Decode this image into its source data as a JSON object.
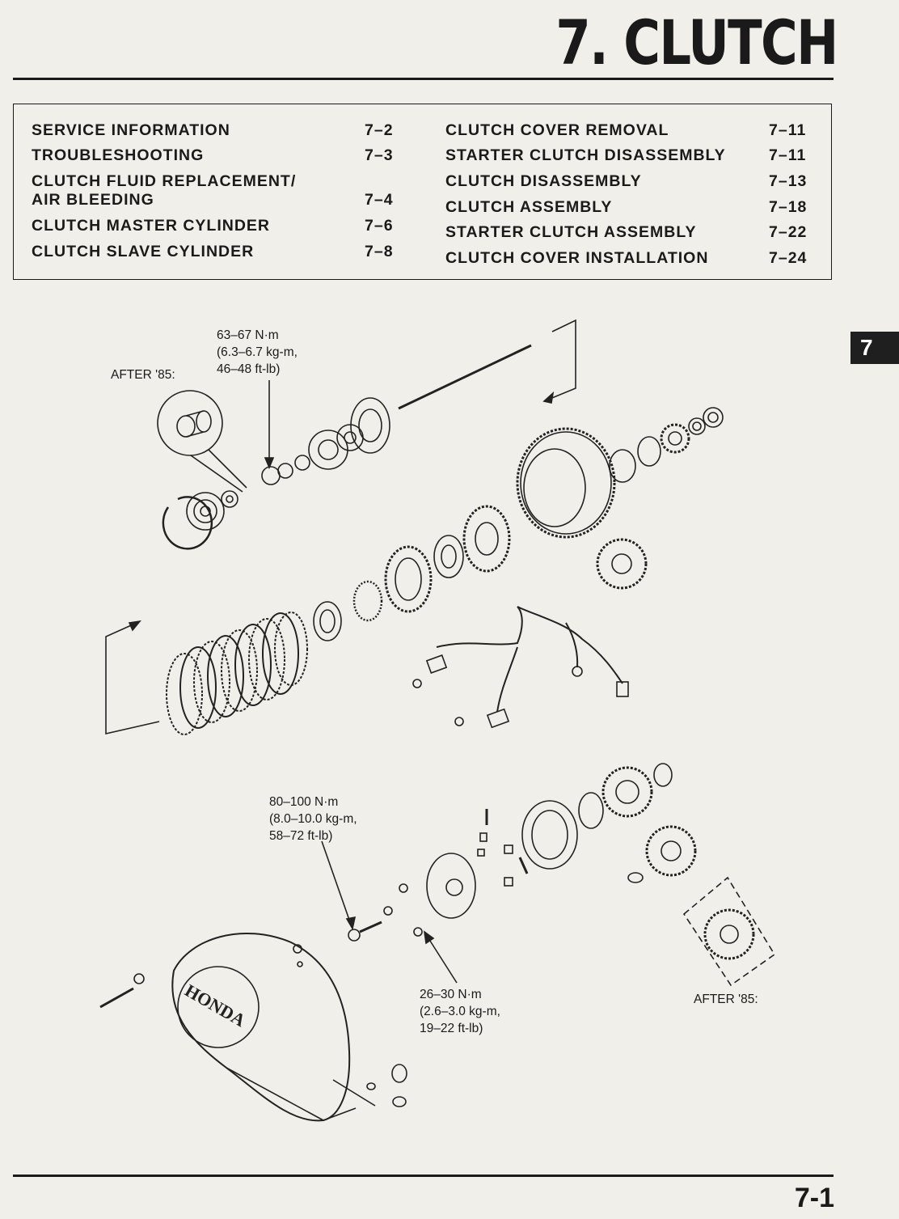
{
  "header": {
    "title": "7. CLUTCH"
  },
  "toc": {
    "left": [
      {
        "label": "SERVICE  INFORMATION",
        "page": "7–2"
      },
      {
        "label": "TROUBLESHOOTING",
        "page": "7–3"
      },
      {
        "label": "CLUTCH  FLUID  REPLACEMENT/",
        "page": ""
      },
      {
        "label": "AIR  BLEEDING",
        "page": "7–4"
      },
      {
        "label": "CLUTCH  MASTER  CYLINDER",
        "page": "7–6"
      },
      {
        "label": "CLUTCH  SLAVE  CYLINDER",
        "page": "7–8"
      }
    ],
    "right": [
      {
        "label": "CLUTCH  COVER  REMOVAL",
        "page": "7–11"
      },
      {
        "label": "STARTER  CLUTCH  DISASSEMBLY",
        "page": "7–11"
      },
      {
        "label": "CLUTCH  DISASSEMBLY",
        "page": "7–13"
      },
      {
        "label": "CLUTCH  ASSEMBLY",
        "page": "7–18"
      },
      {
        "label": "STARTER  CLUTCH  ASSEMBLY",
        "page": "7–22"
      },
      {
        "label": "CLUTCH  COVER  INSTALLATION",
        "page": "7–24"
      }
    ]
  },
  "tab": {
    "label": "7"
  },
  "diagram": {
    "cover_logo": "HONDA",
    "labels": {
      "after85_top": "AFTER '85:",
      "torque_1_line1": "63–67 N·m",
      "torque_1_line2": "(6.3–6.7 kg-m,",
      "torque_1_line3": "46–48 ft-lb)",
      "torque_2_line1": "80–100 N·m",
      "torque_2_line2": "(8.0–10.0 kg-m,",
      "torque_2_line3": "58–72 ft-lb)",
      "torque_3_line1": "26–30 N·m",
      "torque_3_line2": "(2.6–3.0 kg-m,",
      "torque_3_line3": "19–22 ft-lb)",
      "after85_bottom": "AFTER '85:"
    }
  },
  "footer": {
    "page_number": "7-1"
  }
}
